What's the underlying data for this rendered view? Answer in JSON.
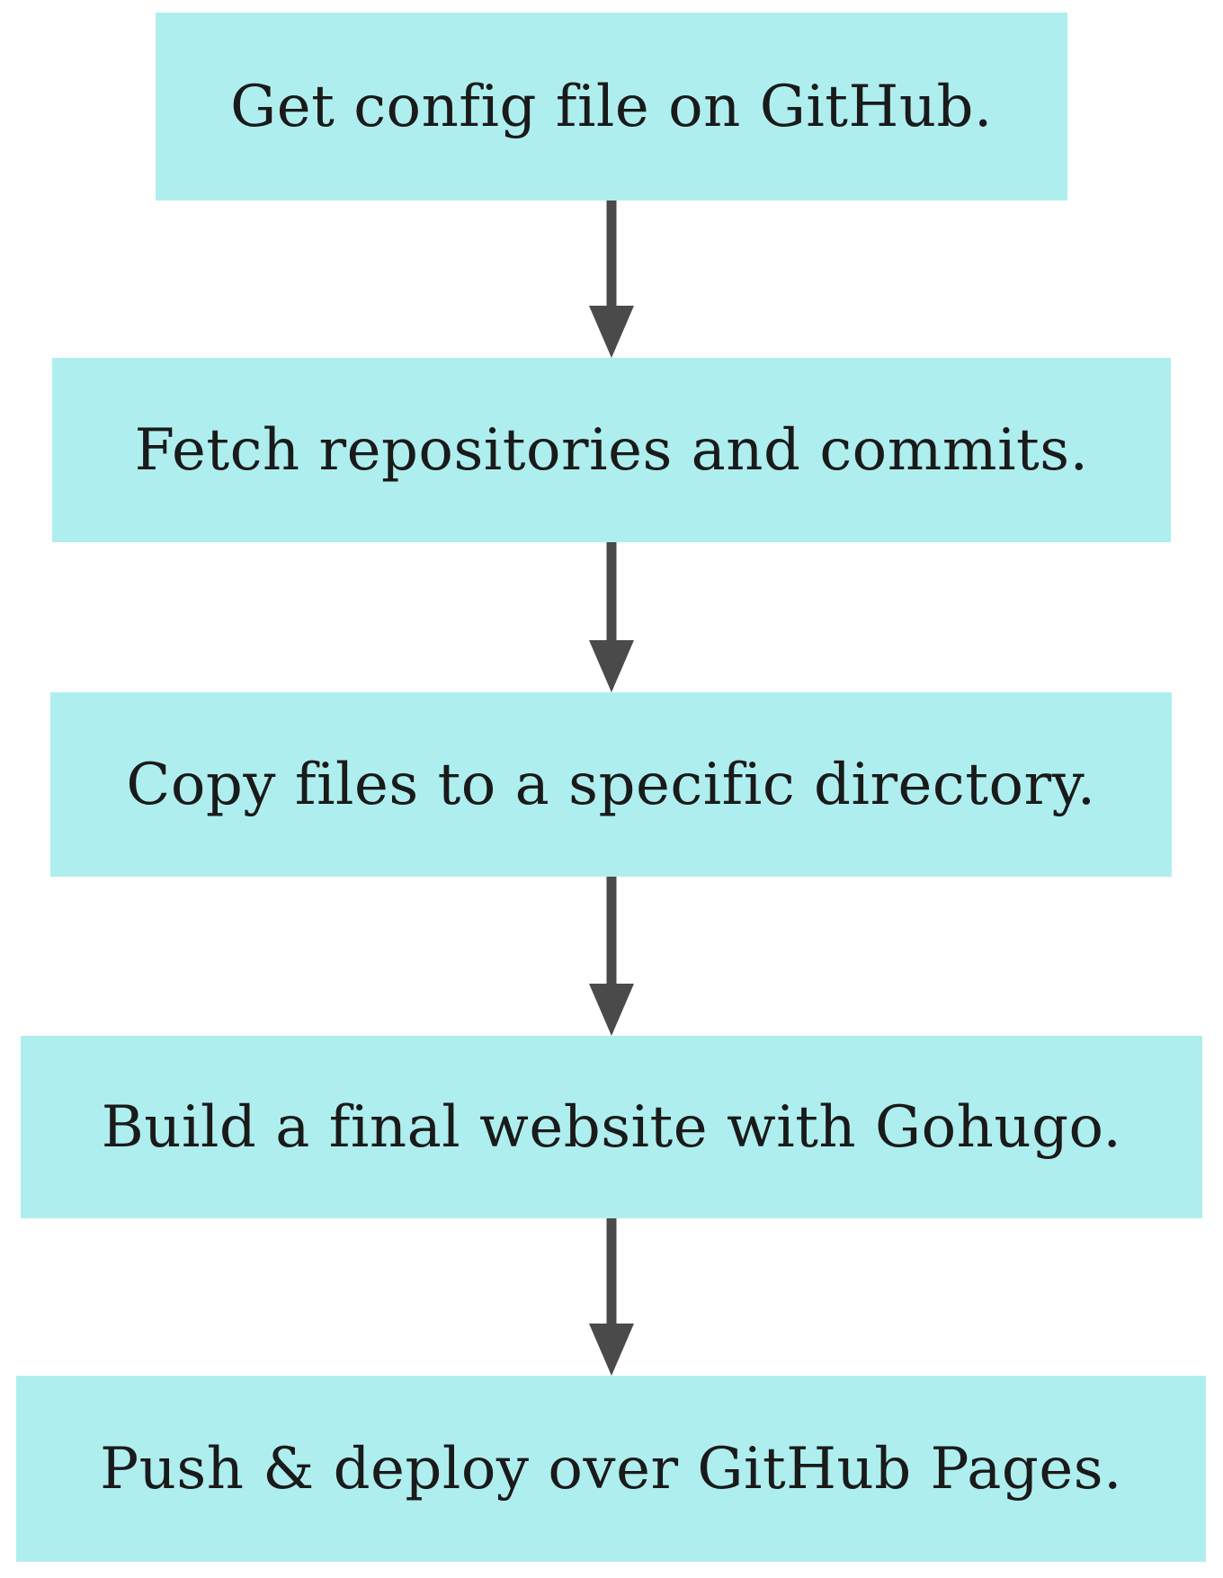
{
  "diagram": {
    "type": "flowchart",
    "direction": "top-to-bottom",
    "colors": {
      "background": "#ffffff",
      "node_fill": "#afeeee",
      "node_text": "#1a1a1a",
      "arrow": "#4a4a4a"
    },
    "nodes": [
      {
        "id": "step-1",
        "label": "Get config file on GitHub."
      },
      {
        "id": "step-2",
        "label": "Fetch repositories and commits."
      },
      {
        "id": "step-3",
        "label": "Copy files to a specific directory."
      },
      {
        "id": "step-4",
        "label": "Build a final website with Gohugo."
      },
      {
        "id": "step-5",
        "label": "Push & deploy over GitHub Pages."
      }
    ],
    "edges": [
      {
        "from": "step-1",
        "to": "step-2"
      },
      {
        "from": "step-2",
        "to": "step-3"
      },
      {
        "from": "step-3",
        "to": "step-4"
      },
      {
        "from": "step-4",
        "to": "step-5"
      }
    ]
  }
}
